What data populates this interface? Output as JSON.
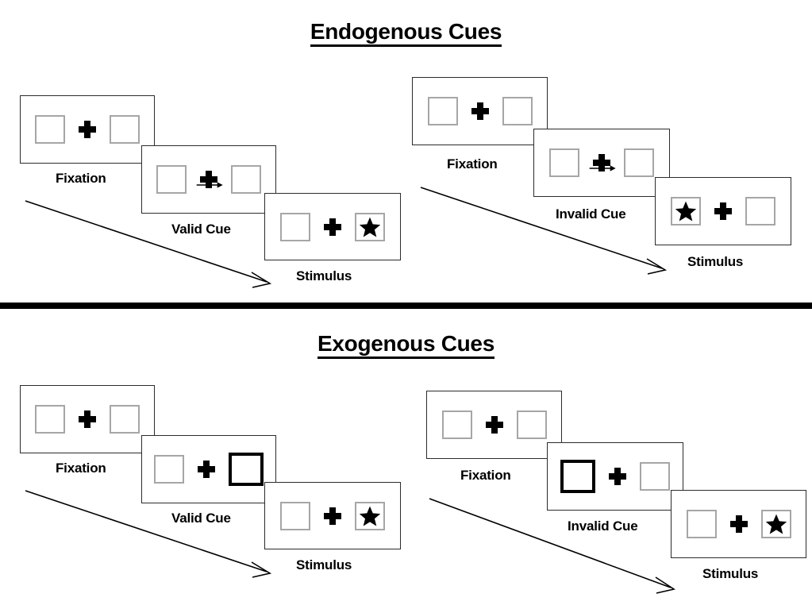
{
  "figure": {
    "type": "posner-cueing-paradigm-diagram",
    "background_color": "#ffffff",
    "line_color": "#2b2b2b",
    "placeholder_box_color": "#a6a6a6",
    "cue_highlight_color": "#000000"
  },
  "sections": [
    {
      "id": "endogenous",
      "title": "Endogenous Cues",
      "sequences": [
        {
          "id": "endogenous-valid",
          "cue_caption": "Valid Cue",
          "panels": [
            {
              "caption": "Fixation",
              "cue_type": "none",
              "cue_side": "none",
              "target_side": "none"
            },
            {
              "caption": "Valid Cue",
              "cue_type": "arrow",
              "cue_side": "right",
              "target_side": "none"
            },
            {
              "caption": "Stimulus",
              "cue_type": "none",
              "cue_side": "none",
              "target_side": "right"
            }
          ]
        },
        {
          "id": "endogenous-invalid",
          "cue_caption": "Invalid Cue",
          "panels": [
            {
              "caption": "Fixation",
              "cue_type": "none",
              "cue_side": "none",
              "target_side": "none"
            },
            {
              "caption": "Invalid Cue",
              "cue_type": "arrow",
              "cue_side": "right",
              "target_side": "none"
            },
            {
              "caption": "Stimulus",
              "cue_type": "none",
              "cue_side": "none",
              "target_side": "left"
            }
          ]
        }
      ]
    },
    {
      "id": "exogenous",
      "title": "Exogenous Cues",
      "sequences": [
        {
          "id": "exogenous-valid",
          "cue_caption": "Valid Cue",
          "panels": [
            {
              "caption": "Fixation",
              "cue_type": "none",
              "cue_side": "none",
              "target_side": "none"
            },
            {
              "caption": "Valid Cue",
              "cue_type": "box-flash",
              "cue_side": "right",
              "target_side": "none"
            },
            {
              "caption": "Stimulus",
              "cue_type": "none",
              "cue_side": "none",
              "target_side": "right"
            }
          ]
        },
        {
          "id": "exogenous-invalid",
          "cue_caption": "Invalid Cue",
          "panels": [
            {
              "caption": "Fixation",
              "cue_type": "none",
              "cue_side": "none",
              "target_side": "none"
            },
            {
              "caption": "Invalid Cue",
              "cue_type": "box-flash",
              "cue_side": "left",
              "target_side": "none"
            },
            {
              "caption": "Stimulus",
              "cue_type": "none",
              "cue_side": "none",
              "target_side": "right"
            }
          ]
        }
      ]
    }
  ],
  "icons": {
    "fixation_cross": "plus-icon",
    "arrow_cue": "right-arrow-icon",
    "target": "star-icon",
    "flow": "diagonal-arrow-icon"
  }
}
